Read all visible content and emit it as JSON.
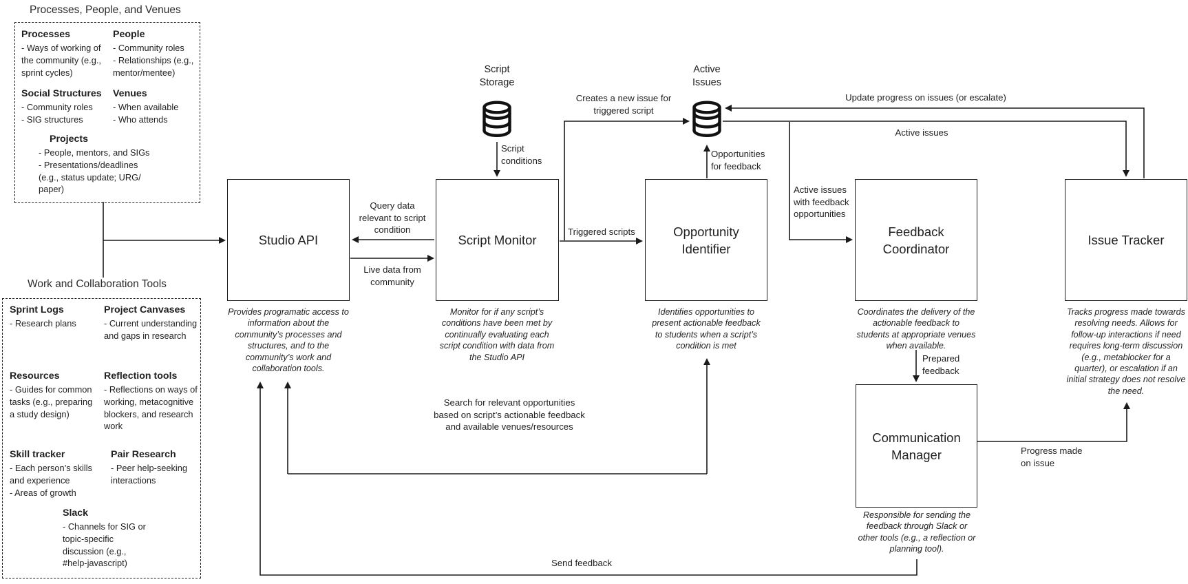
{
  "colors": {
    "ink": "#1b1b1b",
    "paper": "#ffffff"
  },
  "panels": {
    "community": {
      "title": "Processes, People, and Venues",
      "blocks": {
        "processes": {
          "heading": "Processes",
          "body": "- Ways of working of\nthe community (e.g.,\nsprint cycles)"
        },
        "people": {
          "heading": "People",
          "body": "- Community roles\n- Relationships (e.g.,\nmentor/mentee)"
        },
        "social_structures": {
          "heading": "Social Structures",
          "body": "- Community roles\n- SIG structures"
        },
        "venues": {
          "heading": "Venues",
          "body": "- When available\n- Who attends"
        },
        "projects": {
          "heading": "Projects",
          "body": "- People, mentors, and SIGs\n- Presentations/deadlines\n(e.g., status update; URG/\npaper)"
        }
      }
    },
    "tools": {
      "title": "Work and Collaboration Tools",
      "blocks": {
        "sprint_logs": {
          "heading": "Sprint Logs",
          "body": "- Research plans"
        },
        "project_canvases": {
          "heading": "Project Canvases",
          "body": "- Current understanding\nand gaps in research"
        },
        "resources": {
          "heading": "Resources",
          "body": "- Guides for common\ntasks (e.g., preparing\na study design)"
        },
        "reflection_tools": {
          "heading": "Reflection tools",
          "body": "- Reflections on ways of\nworking, metacognitive\nblockers, and research\nwork"
        },
        "skill_tracker": {
          "heading": "Skill tracker",
          "body": "- Each person’s skills\nand experience\n- Areas of growth"
        },
        "pair_research": {
          "heading": "Pair Research",
          "body": "- Peer help-seeking\ninteractions"
        },
        "slack": {
          "heading": "Slack",
          "body": "- Channels for SIG or\ntopic-specific\ndiscussion (e.g.,\n#help-javascript)"
        }
      }
    }
  },
  "stores": {
    "script_storage": {
      "label": "Script\nStorage"
    },
    "active_issues": {
      "label": "Active\nIssues"
    }
  },
  "nodes": {
    "studio_api": {
      "label": "Studio API",
      "caption": "Provides programatic access to\ninformation about the\ncommunity’s processes and\nstructures, and to the\ncommunity’s work and\ncollaboration tools."
    },
    "script_monitor": {
      "label": "Script Monitor",
      "caption": "Monitor for if any script’s\nconditions have been met by\ncontinually evaluating each\nscript condition with data from\nthe Studio API"
    },
    "opportunity_identifier": {
      "label": "Opportunity\nIdentifier",
      "caption": "Identifies opportunities to\npresent actionable feedback\nto students when a script’s\ncondition is met"
    },
    "feedback_coordinator": {
      "label": "Feedback\nCoordinator",
      "caption": "Coordinates the delivery of the\nactionable feedback to\nstudents at appropriate venues\nwhen available."
    },
    "issue_tracker": {
      "label": "Issue Tracker",
      "caption": "Tracks progress made towards\nresolving needs. Allows for\nfollow-up interactions if need\nrequires long-term discussion\n(e.g., metablocker for a\nquarter), or escalation if an\ninitial strategy does not resolve\nthe need."
    },
    "communication_manager": {
      "label": "Communication\nManager",
      "caption": "Responsible for sending the\nfeedback through Slack or\nother tools (e.g., a reflection or\nplanning tool)."
    }
  },
  "edges": {
    "query_data": {
      "label": "Query data\nrelevant to script\ncondition"
    },
    "live_data": {
      "label": "Live data from\ncommunity"
    },
    "script_conditions": {
      "label": "Script\nconditions"
    },
    "triggered_scripts": {
      "label": "Triggered scripts"
    },
    "creates_issue": {
      "label": "Creates a new issue for\ntriggered script"
    },
    "opportunities_for_feedback": {
      "label": "Opportunities\nfor feedback"
    },
    "update_progress": {
      "label": "Update progress on issues (or escalate)"
    },
    "active_issues_to_tracker": {
      "label": "Active issues"
    },
    "active_issues_with_feedback": {
      "label": "Active issues\nwith feedback\nopportunities"
    },
    "prepared_feedback": {
      "label": "Prepared\nfeedback"
    },
    "progress_made": {
      "label": "Progress made\non issue"
    },
    "search_opportunities": {
      "label": "Search for relevant opportunities\nbased on script’s actionable feedback\nand available venues/resources"
    },
    "send_feedback": {
      "label": "Send feedback"
    }
  }
}
